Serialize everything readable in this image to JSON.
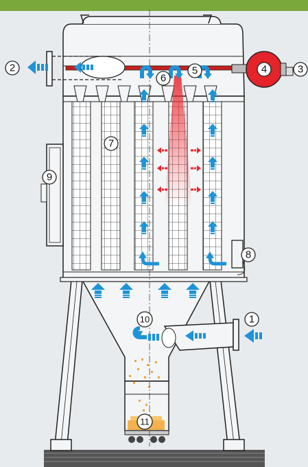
{
  "colors": {
    "header_band": "#7aa83a",
    "background": "#e8ebee",
    "vessel_fill": "#f4f5f6",
    "outline": "#222222",
    "blue_arrow": "#1e93d8",
    "red_arrow": "#e8262d",
    "red_pipe": "#c8201c",
    "fan_red": "#e4232a",
    "dust_orange": "#f0a23a",
    "ground": "#555555"
  },
  "callouts": [
    {
      "id": 1,
      "label": "1"
    },
    {
      "id": 2,
      "label": "2"
    },
    {
      "id": 3,
      "label": "3"
    },
    {
      "id": 4,
      "label": "4"
    },
    {
      "id": 5,
      "label": "5"
    },
    {
      "id": 6,
      "label": "6"
    },
    {
      "id": 7,
      "label": "7"
    },
    {
      "id": 8,
      "label": "8"
    },
    {
      "id": 9,
      "label": "9"
    },
    {
      "id": 10,
      "label": "10"
    },
    {
      "id": 11,
      "label": "11"
    }
  ],
  "icons": {
    "air_flow": "blue-arrow-icon",
    "pulse_jet": "red-arrow-icon",
    "fan": "fan-icon"
  }
}
